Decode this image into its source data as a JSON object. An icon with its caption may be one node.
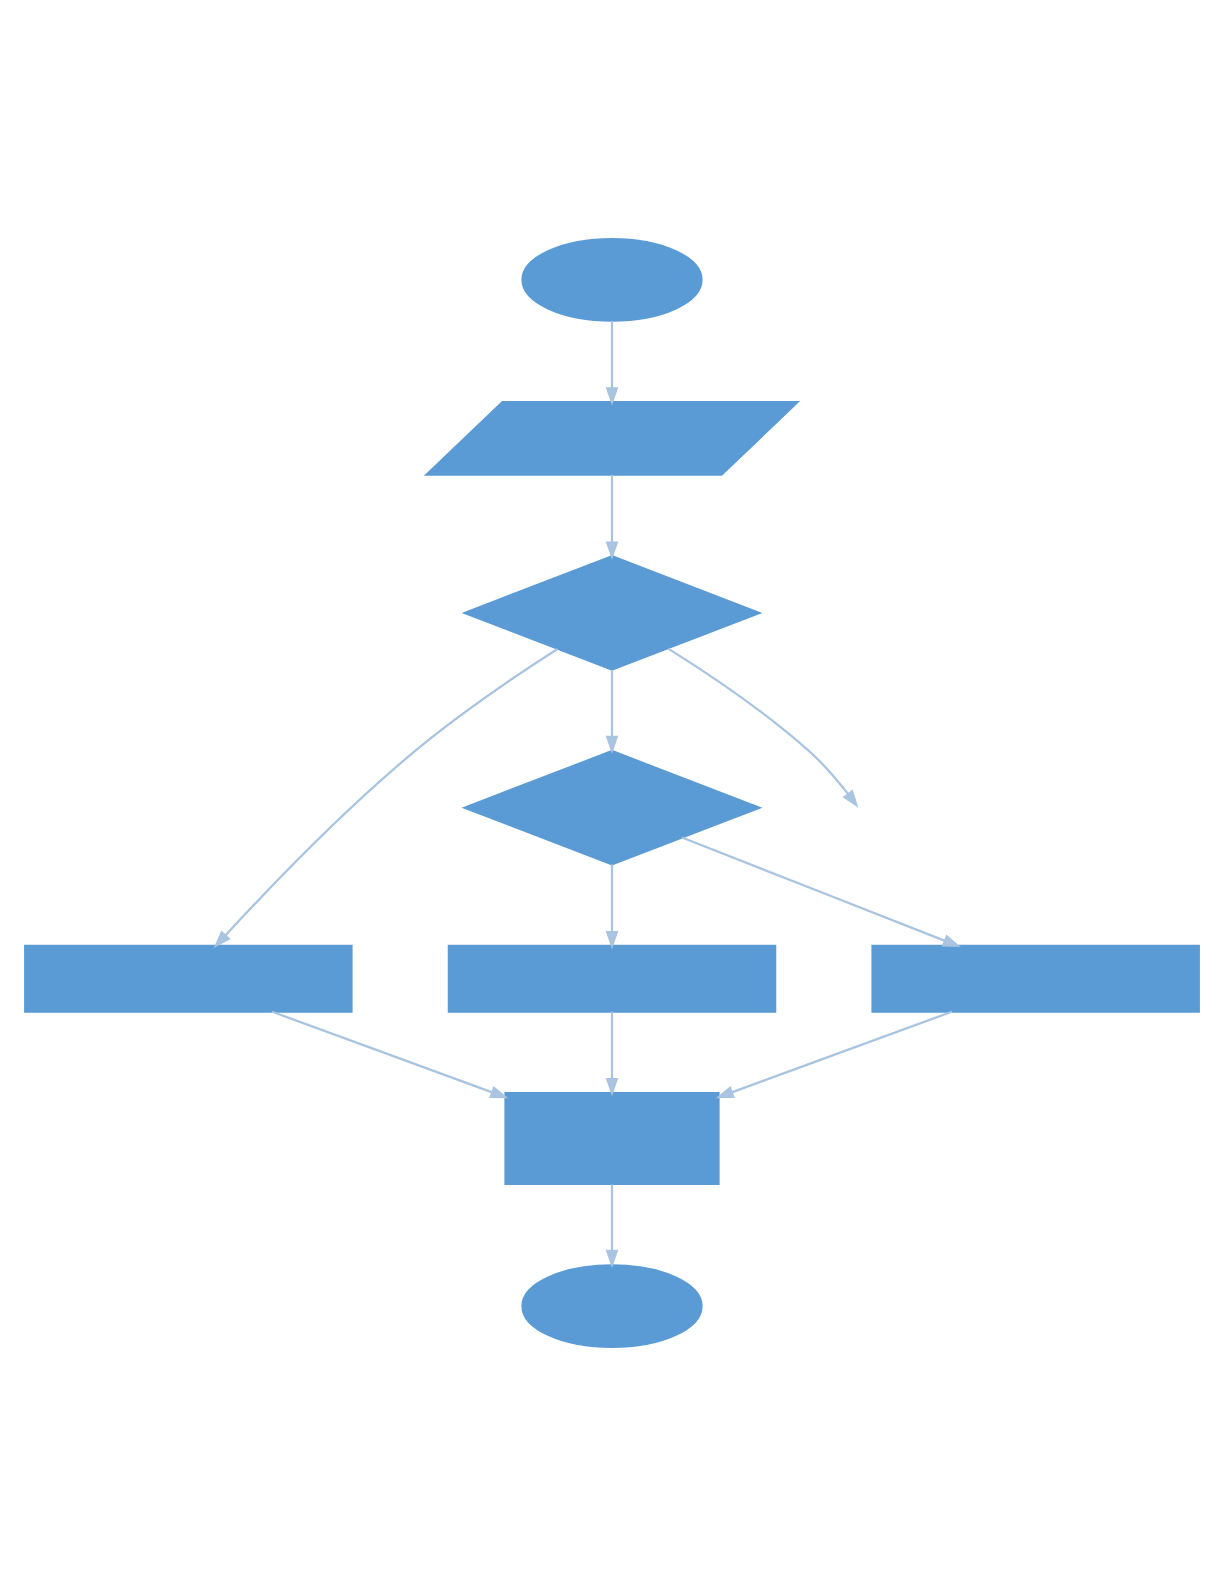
{
  "diagram": {
    "nodes": [
      {
        "text": [],
        "shape": "ellipse"
      },
      {
        "text": [],
        "shape": "parallelogram"
      },
      {
        "text": [],
        "shape": "diamond"
      },
      {
        "text": [],
        "shape": "diamond"
      },
      {
        "text": [],
        "shape": "box"
      },
      {
        "text": [],
        "shape": "box"
      },
      {
        "text": [],
        "shape": "box"
      },
      {
        "text": [],
        "shape": "document"
      },
      {
        "text": [],
        "shape": "ellipse"
      }
    ],
    "edges": [
      {
        "from": 0,
        "to": 1,
        "arrow": "to"
      },
      {
        "from": 1,
        "to": 2,
        "arrow": "to"
      },
      {
        "from": 2,
        "to": 4,
        "arrow": "to"
      },
      {
        "from": 2,
        "to": 3,
        "arrow": "to"
      },
      {
        "from": 2,
        "to": null,
        "arrow": "to"
      },
      {
        "from": 3,
        "to": 5,
        "arrow": "to"
      },
      {
        "from": 3,
        "to": 6,
        "arrow": "to"
      },
      {
        "from": 4,
        "to": 7,
        "arrow": "to"
      },
      {
        "from": 5,
        "to": 7,
        "arrow": "to"
      },
      {
        "from": 6,
        "to": 7,
        "arrow": "to"
      },
      {
        "from": 7,
        "to": 8,
        "arrow": "to"
      }
    ]
  }
}
